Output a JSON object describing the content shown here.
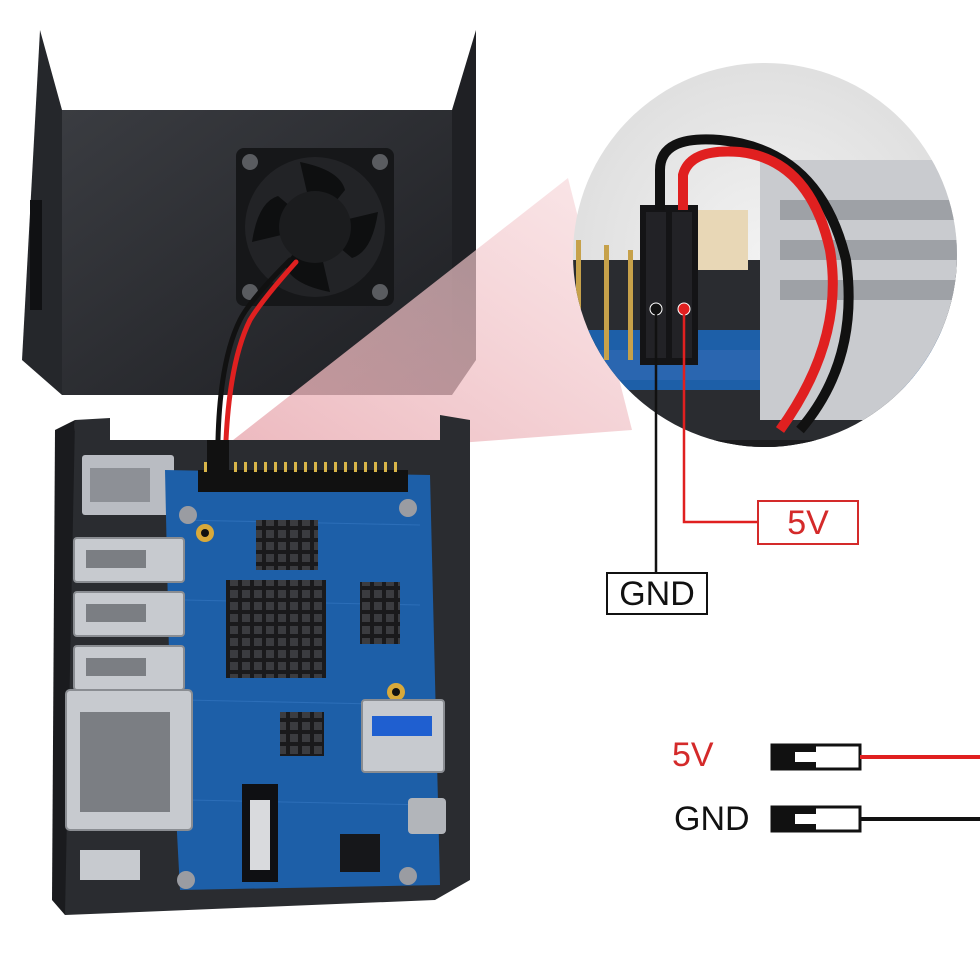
{
  "callouts": {
    "five_volt": "5V",
    "ground": "GND"
  },
  "legend": {
    "five_volt_label": "5V",
    "ground_label": "GND"
  },
  "colors": {
    "five_volt_wire": "#e02020",
    "ground_wire": "#111111",
    "case": "#2b2d31",
    "pcb": "#1d5fa8",
    "highlight_beam": "#f4c2c6"
  }
}
